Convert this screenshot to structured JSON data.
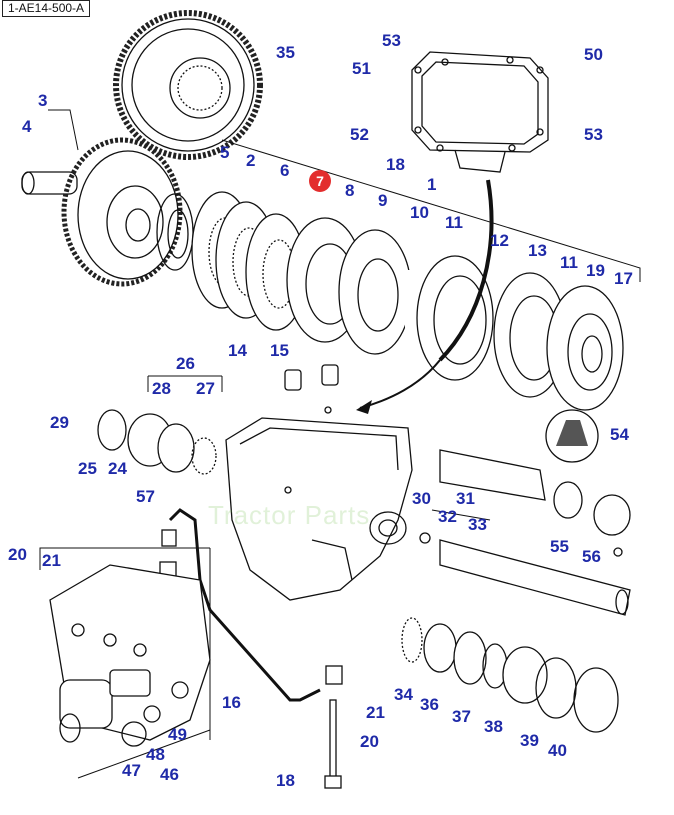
{
  "reference_code": "1-AE14-500-A",
  "watermark_text": "Tractor Parts",
  "colors": {
    "callout_text": "#1f2aa8",
    "highlight_badge": "#e32d2d",
    "line_art": "#111111"
  },
  "callouts": {
    "c1": "1",
    "c2": "2",
    "c3": "3",
    "c4": "4",
    "c5": "5",
    "c6": "6",
    "c7": "7",
    "c8": "8",
    "c9": "9",
    "c10": "10",
    "c11a": "11",
    "c11b": "11",
    "c12": "12",
    "c13": "13",
    "c14": "14",
    "c15": "15",
    "c16": "16",
    "c17": "17",
    "c18a": "18",
    "c18b": "18",
    "c19": "19",
    "c20a": "20",
    "c20b": "20",
    "c21a": "21",
    "c21b": "21",
    "c24": "24",
    "c25": "25",
    "c26": "26",
    "c27": "27",
    "c28": "28",
    "c29": "29",
    "c30": "30",
    "c31": "31",
    "c32": "32",
    "c33": "33",
    "c34": "34",
    "c35": "35",
    "c36": "36",
    "c37": "37",
    "c38": "38",
    "c39": "39",
    "c40": "40",
    "c46": "46",
    "c47": "47",
    "c48": "48",
    "c49": "49",
    "c50": "50",
    "c51": "51",
    "c52": "52",
    "c53a": "53",
    "c53b": "53",
    "c54": "54",
    "c55": "55",
    "c56": "56",
    "c57": "57"
  }
}
